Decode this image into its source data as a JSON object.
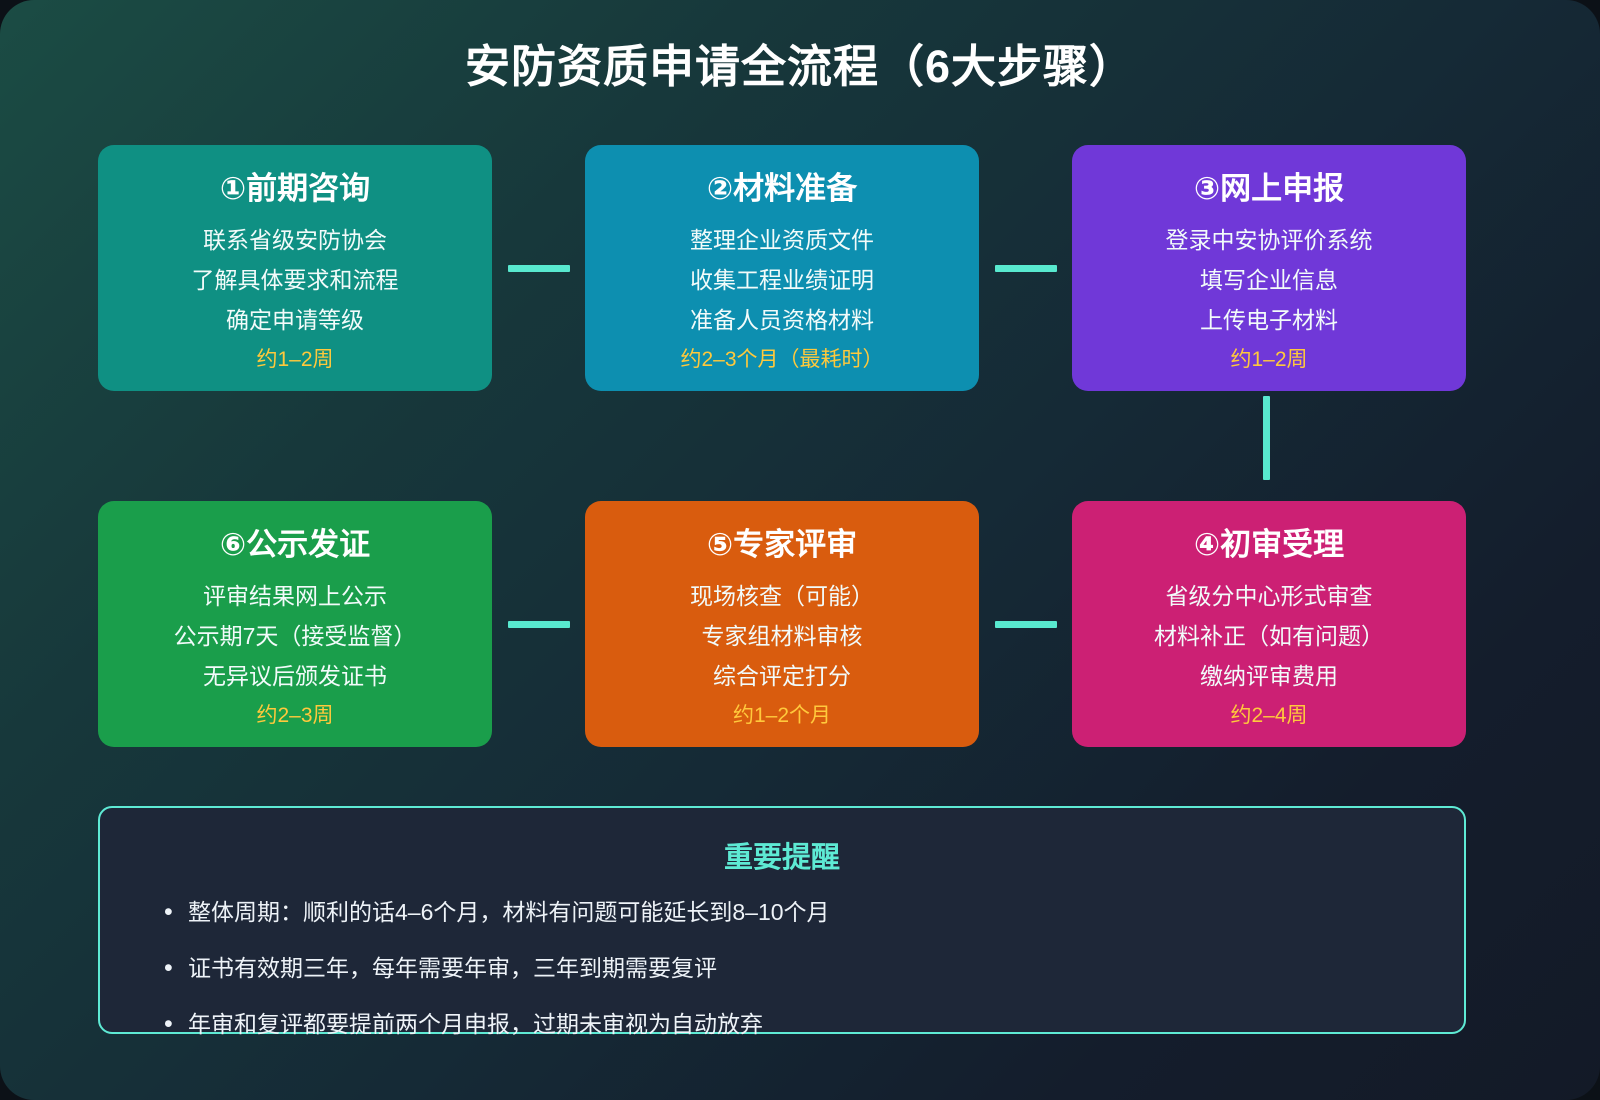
{
  "title": "安防资质申请全流程（6大步骤）",
  "colors": {
    "background_from": "#1b4c44",
    "background_to": "#131a27",
    "connector": "#58e9cf",
    "duration_text": "#ffc93c",
    "notes_border": "#5eead4",
    "notes_background": "#1e2738",
    "notes_title": "#5eead4"
  },
  "steps": [
    {
      "title": "①前期咨询",
      "color": "#0f9083",
      "items": [
        "联系省级安防协会",
        "了解具体要求和流程",
        "确定申请等级"
      ],
      "duration": "约1–2周"
    },
    {
      "title": "②材料准备",
      "color": "#0d8fb0",
      "items": [
        "整理企业资质文件",
        "收集工程业绩证明",
        "准备人员资格材料"
      ],
      "duration": "约2–3个月（最耗时）"
    },
    {
      "title": "③网上申报",
      "color": "#7038d8",
      "items": [
        "登录中安协评价系统",
        "填写企业信息",
        "上传电子材料"
      ],
      "duration": "约1–2周"
    },
    {
      "title": "⑥公示发证",
      "color": "#1a9e4b",
      "items": [
        "评审结果网上公示",
        "公示期7天（接受监督）",
        "无异议后颁发证书"
      ],
      "duration": "约2–3周"
    },
    {
      "title": "⑤专家评审",
      "color": "#d95c0e",
      "items": [
        "现场核查（可能）",
        "专家组材料审核",
        "综合评定打分"
      ],
      "duration": "约1–2个月"
    },
    {
      "title": "④初审受理",
      "color": "#cc2074",
      "items": [
        "省级分中心形式审查",
        "材料补正（如有问题）",
        "缴纳评审费用"
      ],
      "duration": "约2–4周"
    }
  ],
  "notes": {
    "title": "重要提醒",
    "items": [
      "整体周期：顺利的话4–6个月，材料有问题可能延长到8–10个月",
      "证书有效期三年，每年需要年审，三年到期需要复评",
      "年审和复评都要提前两个月申报，过期未审视为自动放弃"
    ]
  }
}
